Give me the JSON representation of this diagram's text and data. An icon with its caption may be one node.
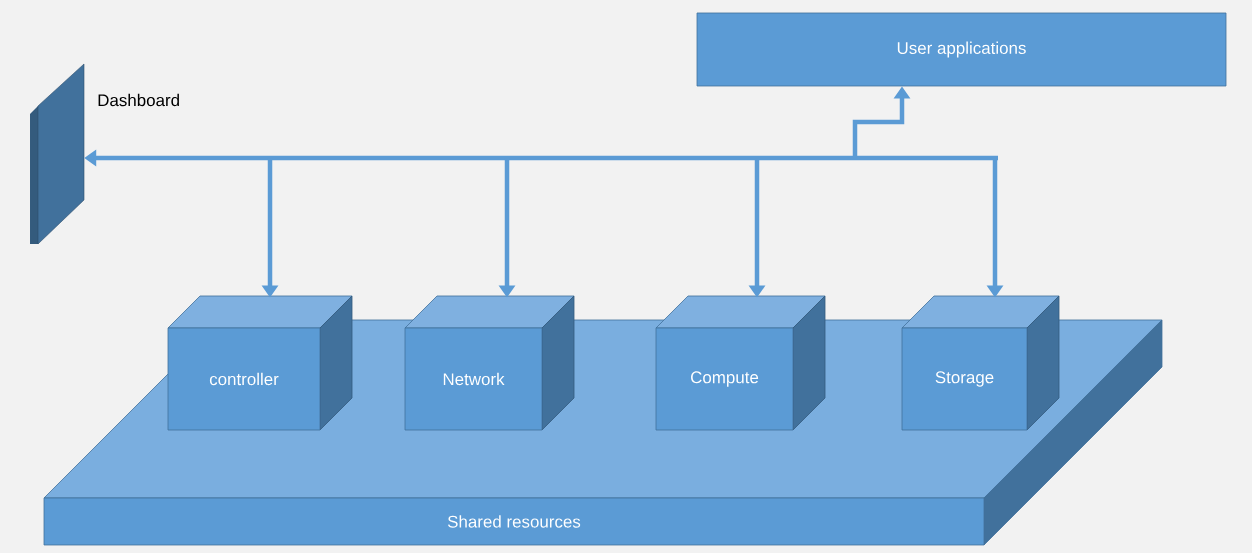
{
  "diagram": {
    "nodes": [
      {
        "text": [
          "User applications"
        ]
      },
      {
        "text": [
          "Dashboard"
        ]
      },
      {
        "text": [
          "Shared resources"
        ]
      },
      {
        "text": [
          "controller"
        ],
        "in": 2
      },
      {
        "text": [
          "Network"
        ],
        "in": 2
      },
      {
        "text": [
          "Compute"
        ],
        "in": 2
      },
      {
        "text": [
          "Storage"
        ],
        "in": 2
      }
    ],
    "edges": [
      {
        "from": null,
        "to": 1,
        "arrow": "to"
      },
      {
        "from": null,
        "to": 3,
        "arrow": "to"
      },
      {
        "from": null,
        "to": 4,
        "arrow": "to"
      },
      {
        "from": null,
        "to": 5,
        "arrow": "to"
      },
      {
        "from": null,
        "to": 6,
        "arrow": "to"
      },
      {
        "from": null,
        "to": 0,
        "arrow": "to"
      }
    ]
  }
}
